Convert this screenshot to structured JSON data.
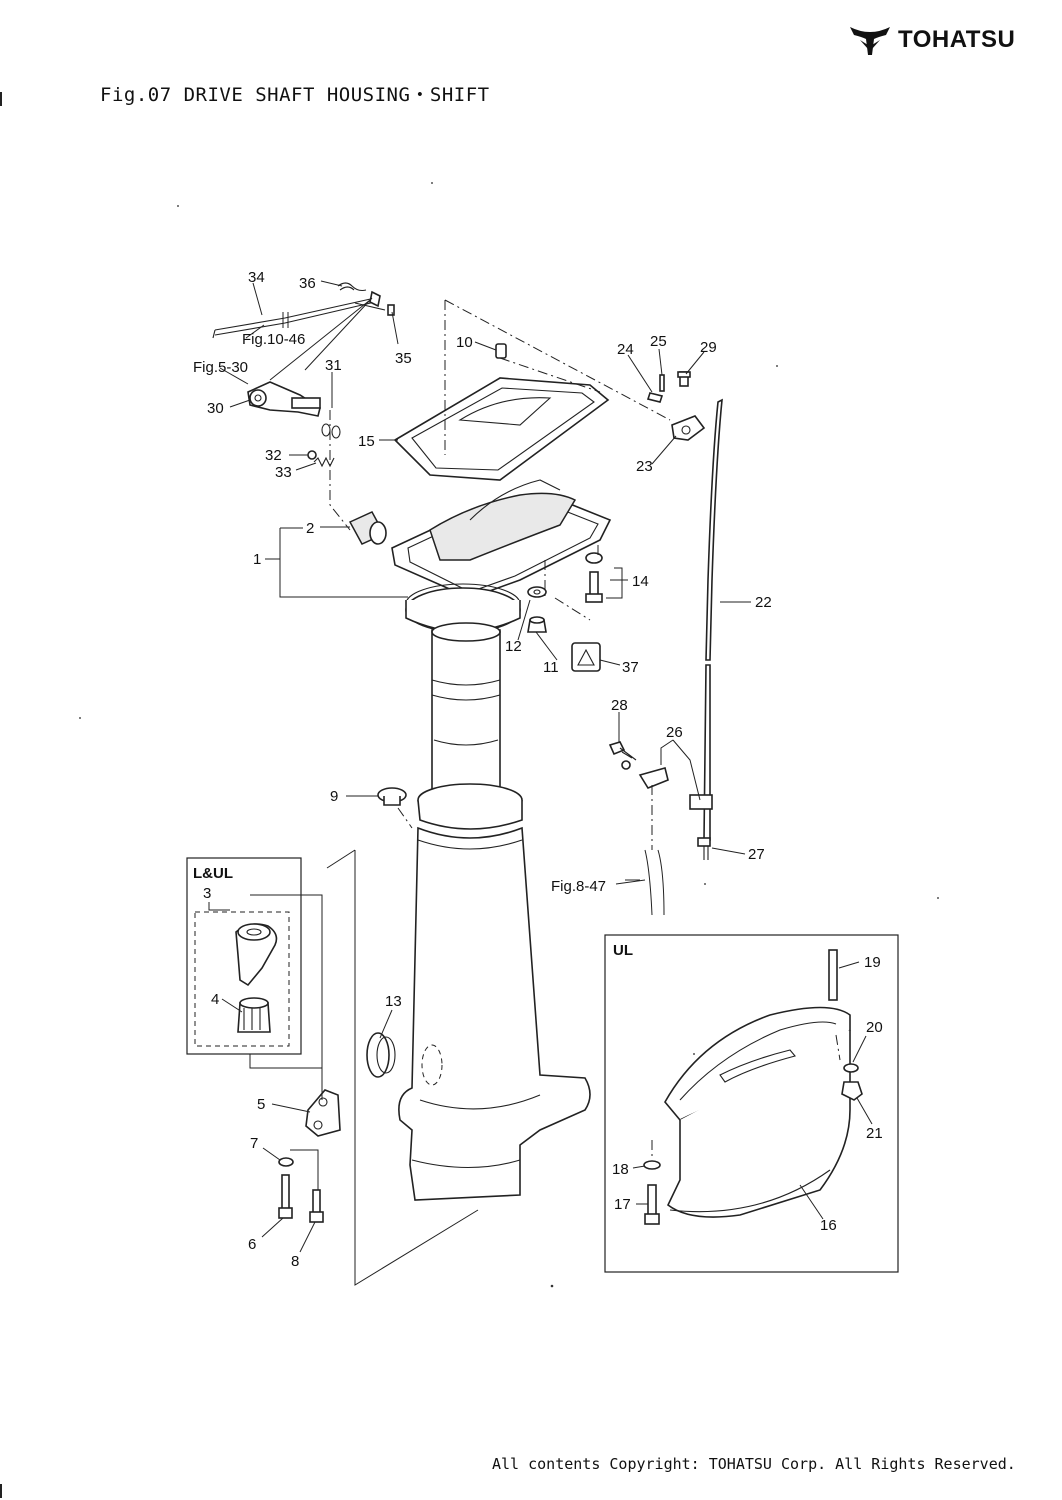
{
  "header": {
    "brand_name": "TOHATSU",
    "figure_title": "Fig.07 DRIVE SHAFT HOUSING・SHIFT"
  },
  "footer": {
    "copyright": "All contents Copyright: TOHATSU Corp. All Rights Reserved."
  },
  "insets": {
    "lul_title": "L&UL",
    "ul_title": "UL"
  },
  "references": {
    "fig10_46": "Fig.10-46",
    "fig5_30": "Fig.5-30",
    "fig8_47": "Fig.8-47"
  },
  "part_numbers": {
    "p1": "1",
    "p2": "2",
    "p3": "3",
    "p4": "4",
    "p5": "5",
    "p6": "6",
    "p7": "7",
    "p8": "8",
    "p9": "9",
    "p10": "10",
    "p11": "11",
    "p12": "12",
    "p13": "13",
    "p14": "14",
    "p15": "15",
    "p16": "16",
    "p17": "17",
    "p18": "18",
    "p19": "19",
    "p20": "20",
    "p21": "21",
    "p22": "22",
    "p23": "23",
    "p24": "24",
    "p25": "25",
    "p26": "26",
    "p27": "27",
    "p28": "28",
    "p29": "29",
    "p30": "30",
    "p31": "31",
    "p32": "32",
    "p33": "33",
    "p34": "34",
    "p35": "35",
    "p36": "36",
    "p37": "37"
  },
  "colors": {
    "ink": "#222222",
    "paper": "#ffffff"
  }
}
